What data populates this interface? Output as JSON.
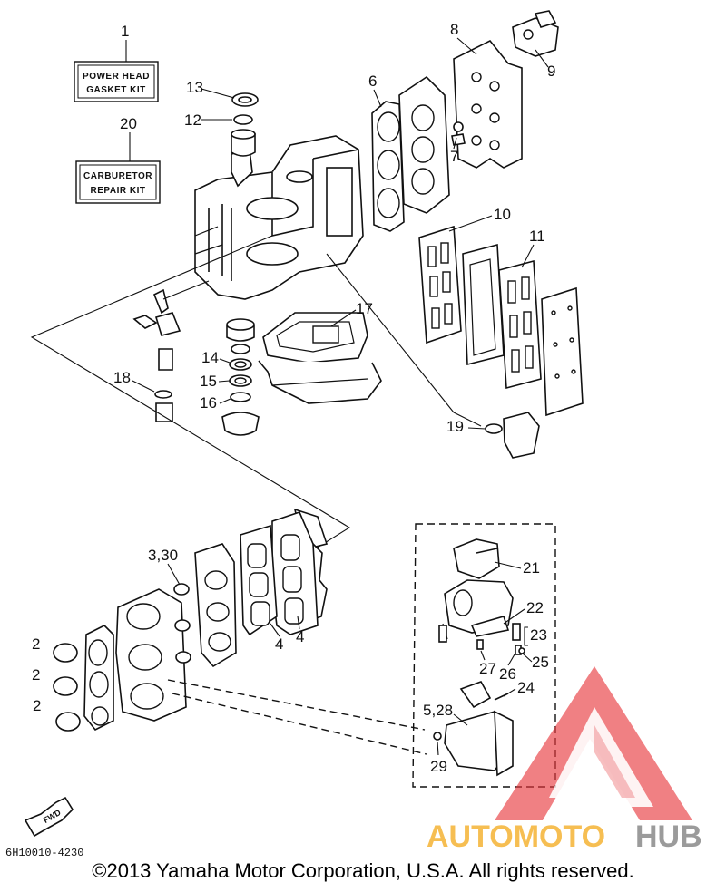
{
  "kits": [
    {
      "ref": "1",
      "line1": "POWER HEAD",
      "line2": "GASKET KIT"
    },
    {
      "ref": "20",
      "line1": "CARBURETOR",
      "line2": "REPAIR KIT"
    }
  ],
  "callouts": {
    "c2a": "2",
    "c2b": "2",
    "c2c": "2",
    "c3_30": "3,30",
    "c4a": "4",
    "c4b": "4",
    "c5_28": "5,28",
    "c6": "6",
    "c7": "7",
    "c8": "8",
    "c9": "9",
    "c10": "10",
    "c11": "11",
    "c12": "12",
    "c13": "13",
    "c14": "14",
    "c15": "15",
    "c16": "16",
    "c17": "17",
    "c18": "18",
    "c19": "19",
    "c21": "21",
    "c22": "22",
    "c23": "23",
    "c24": "24",
    "c25": "25",
    "c26": "26",
    "c27": "27",
    "c29": "29"
  },
  "fwd_label": "FWD",
  "part_number": "6H10010-4230",
  "copyright": "©2013 Yamaha Motor Corporation, U.S.A. All rights reserved.",
  "watermark": {
    "part1": "AUTOMOTO",
    "part2": "HUB",
    "color_orange": "#f5b335",
    "color_red": "#e8383d",
    "color_gray": "#8a8a8a"
  }
}
